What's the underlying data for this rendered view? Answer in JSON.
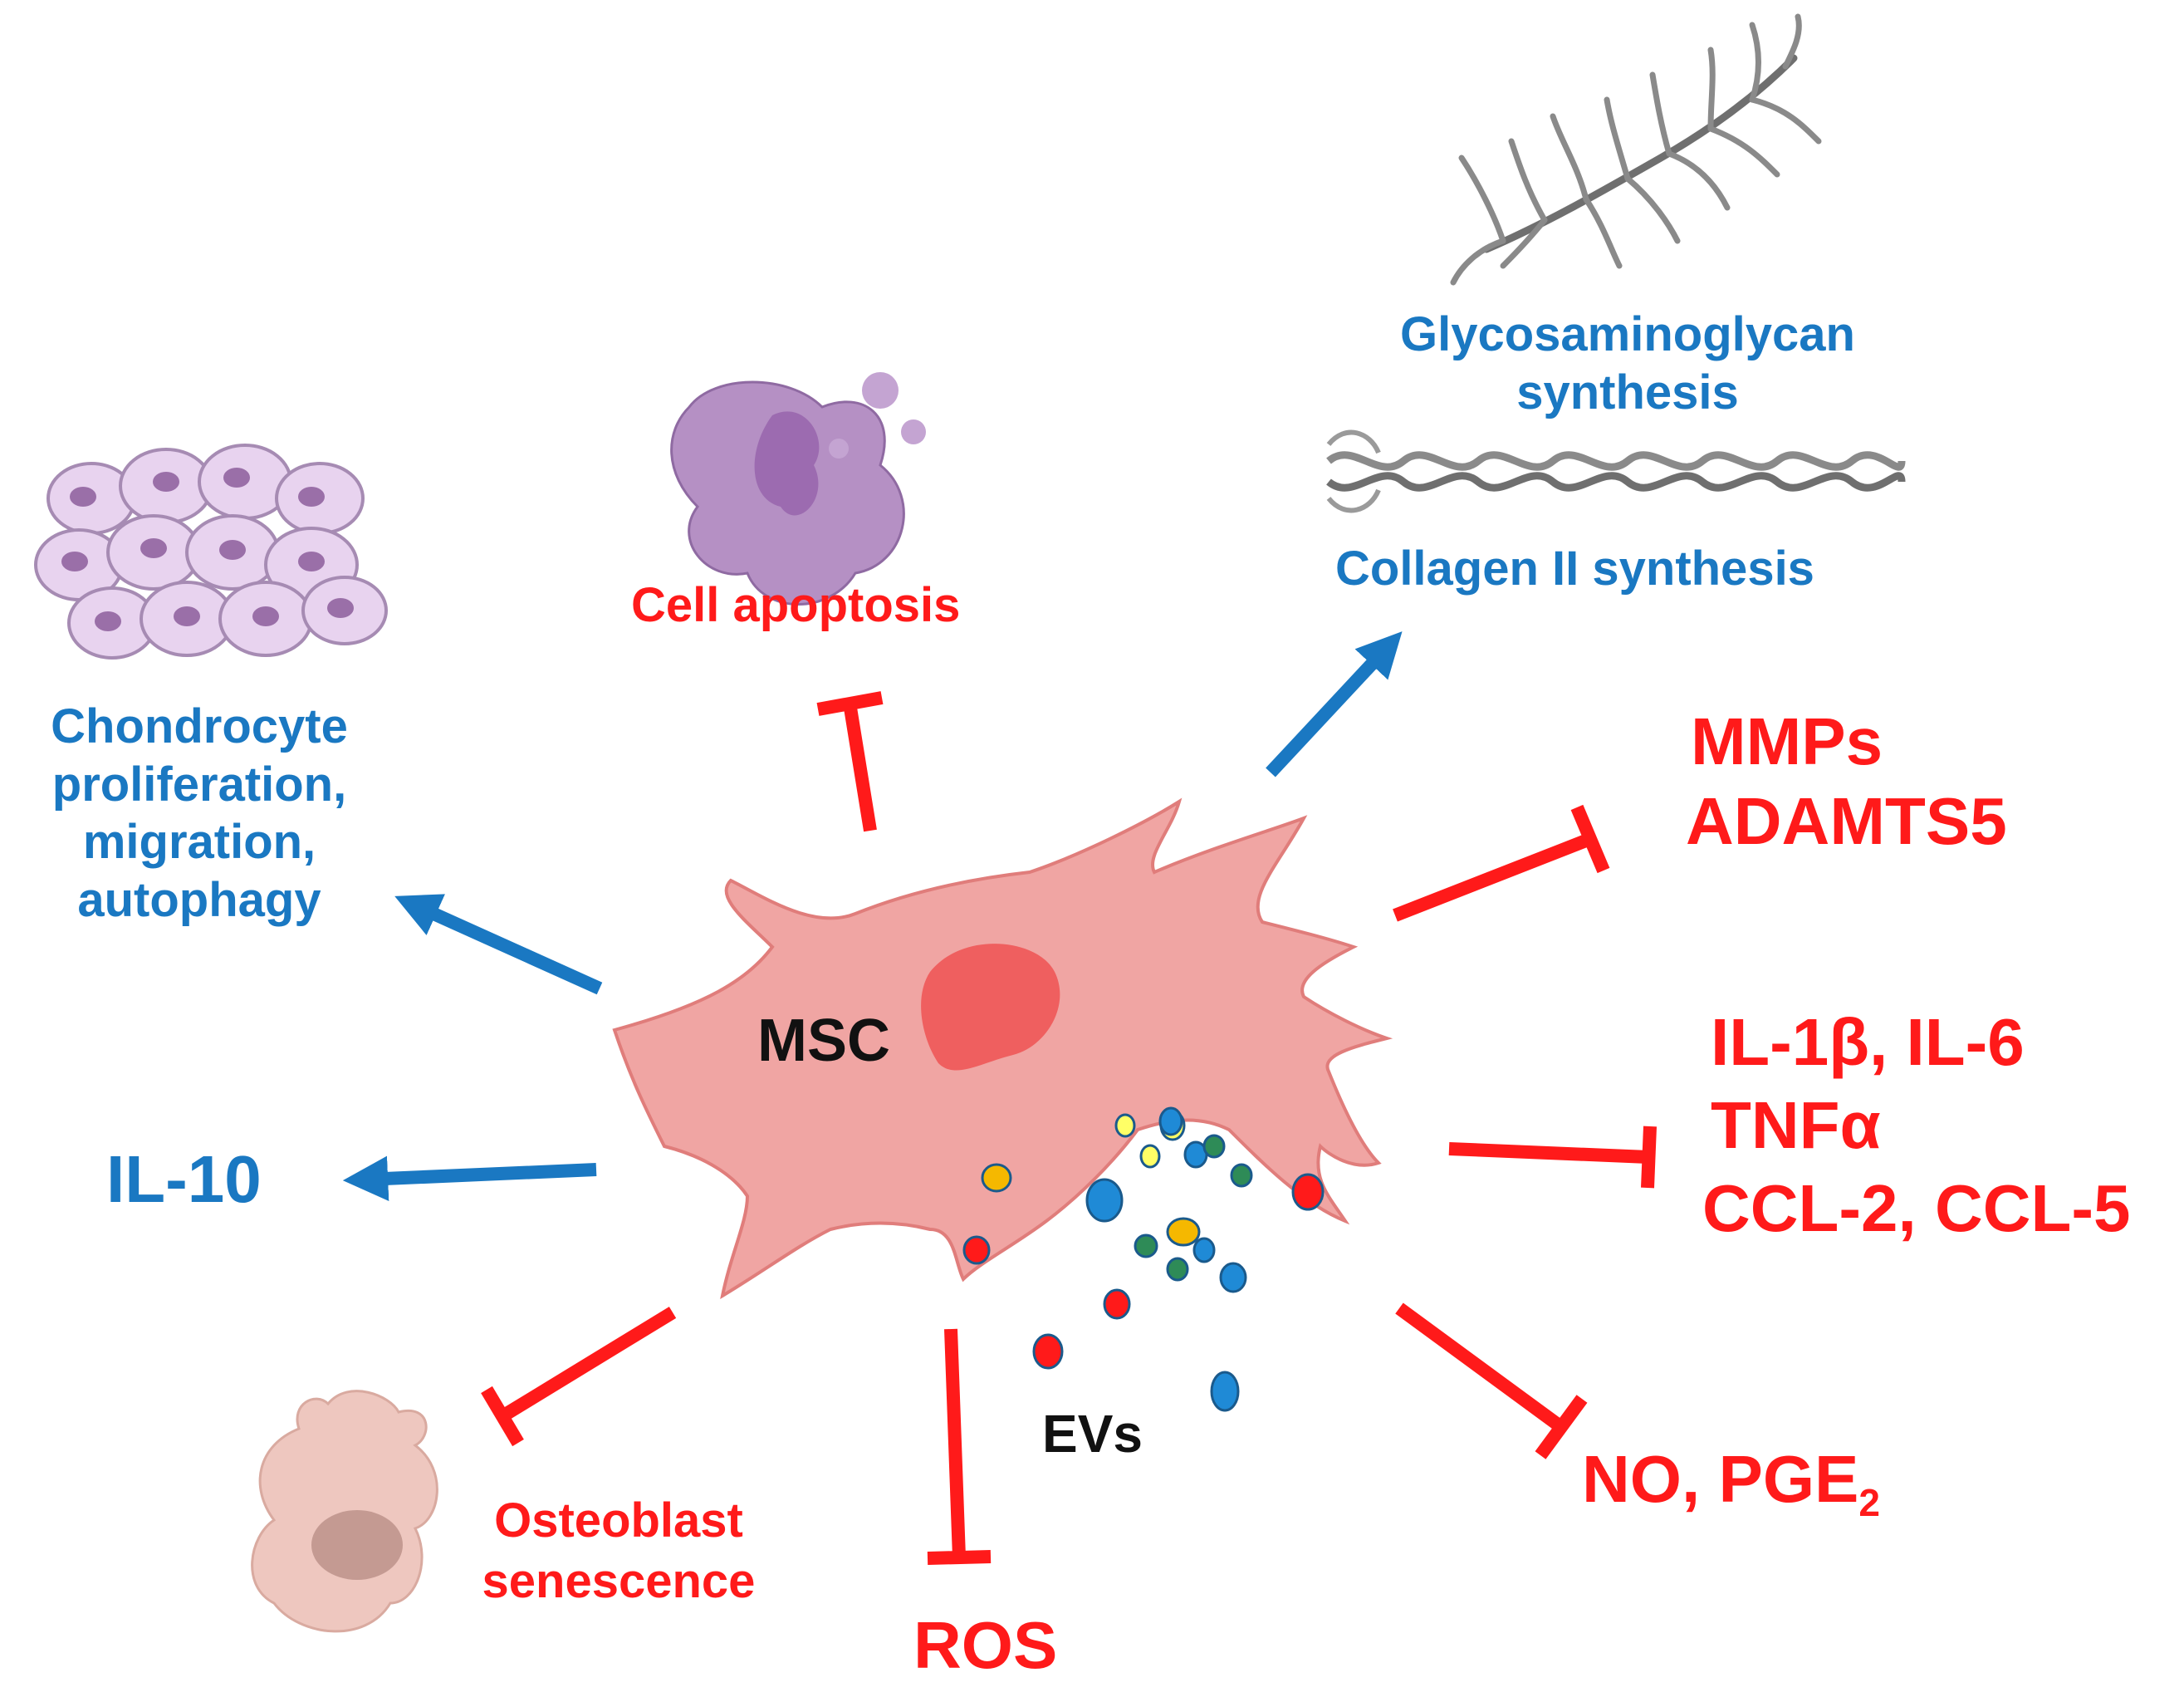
{
  "center": {
    "cell_label": "MSC",
    "ev_label": "EVs"
  },
  "effects": {
    "chondrocyte": [
      "Chondrocyte",
      "proliferation,",
      "migration,",
      "autophagy"
    ],
    "apoptosis": "Cell apoptosis",
    "gag": [
      "Glycosaminoglycan",
      "synthesis"
    ],
    "collagen": "Collagen II synthesis",
    "mmps": [
      "MMPs",
      "ADAMTS5"
    ],
    "cytokines": [
      "IL-1β, IL-6",
      "TNFα",
      "CCL-2, CCL-5"
    ],
    "il10": "IL-10",
    "no_pge": {
      "text": "NO, PGE",
      "subscript": "2"
    },
    "ros": "ROS",
    "osteoblast": [
      "Osteoblast",
      "senescence"
    ]
  },
  "colors": {
    "promote": "#1a78c2",
    "inhibit": "#ff1a1a",
    "msc_body": "#f0a5a3",
    "msc_nucleus": "#ef5f5f",
    "chondrocyte_cells": "#e8d3ef",
    "apoptotic_cell": "#b590c4",
    "osteoblast": "#eec7bf"
  }
}
